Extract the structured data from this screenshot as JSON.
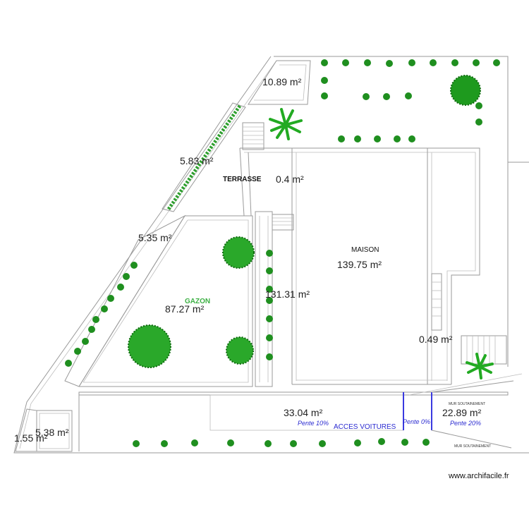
{
  "rooms": {
    "terrace_top_right": "10.89 m²",
    "strip_diag": "5.83 m²",
    "terrasse_label": "TERRASSE",
    "small_04": "0.4 m²",
    "strip_535": "5.35 m²",
    "gazon_label": "GAZON",
    "gazon_area": "87.27 m²",
    "corridor_area": "131.31 m²",
    "maison_label": "MAISON",
    "maison_area": "139.75 m²",
    "small_049": "0.49 m²",
    "acces_area": "33.04 m²",
    "acces_label": "ACCES VOITURES",
    "right_area": "22.89 m²",
    "area_538": "5.38 m²",
    "area_155": "1.55 m²"
  },
  "slopes": {
    "pente_10": "Pente 10%",
    "pente_0": "Pente 0%",
    "pente_20": "Pente 20%"
  },
  "walls": {
    "mur_top": "MUR SOUTAINEMENT",
    "mur_bottom": "MUR SOUTAINEMENT"
  },
  "watermark": "www.archifacile.fr",
  "colors": {
    "gazon": "#3cb043",
    "slope_text": "#2a2ad0",
    "shrub": "#1f8f1f",
    "wall": "#9a9a9a"
  }
}
